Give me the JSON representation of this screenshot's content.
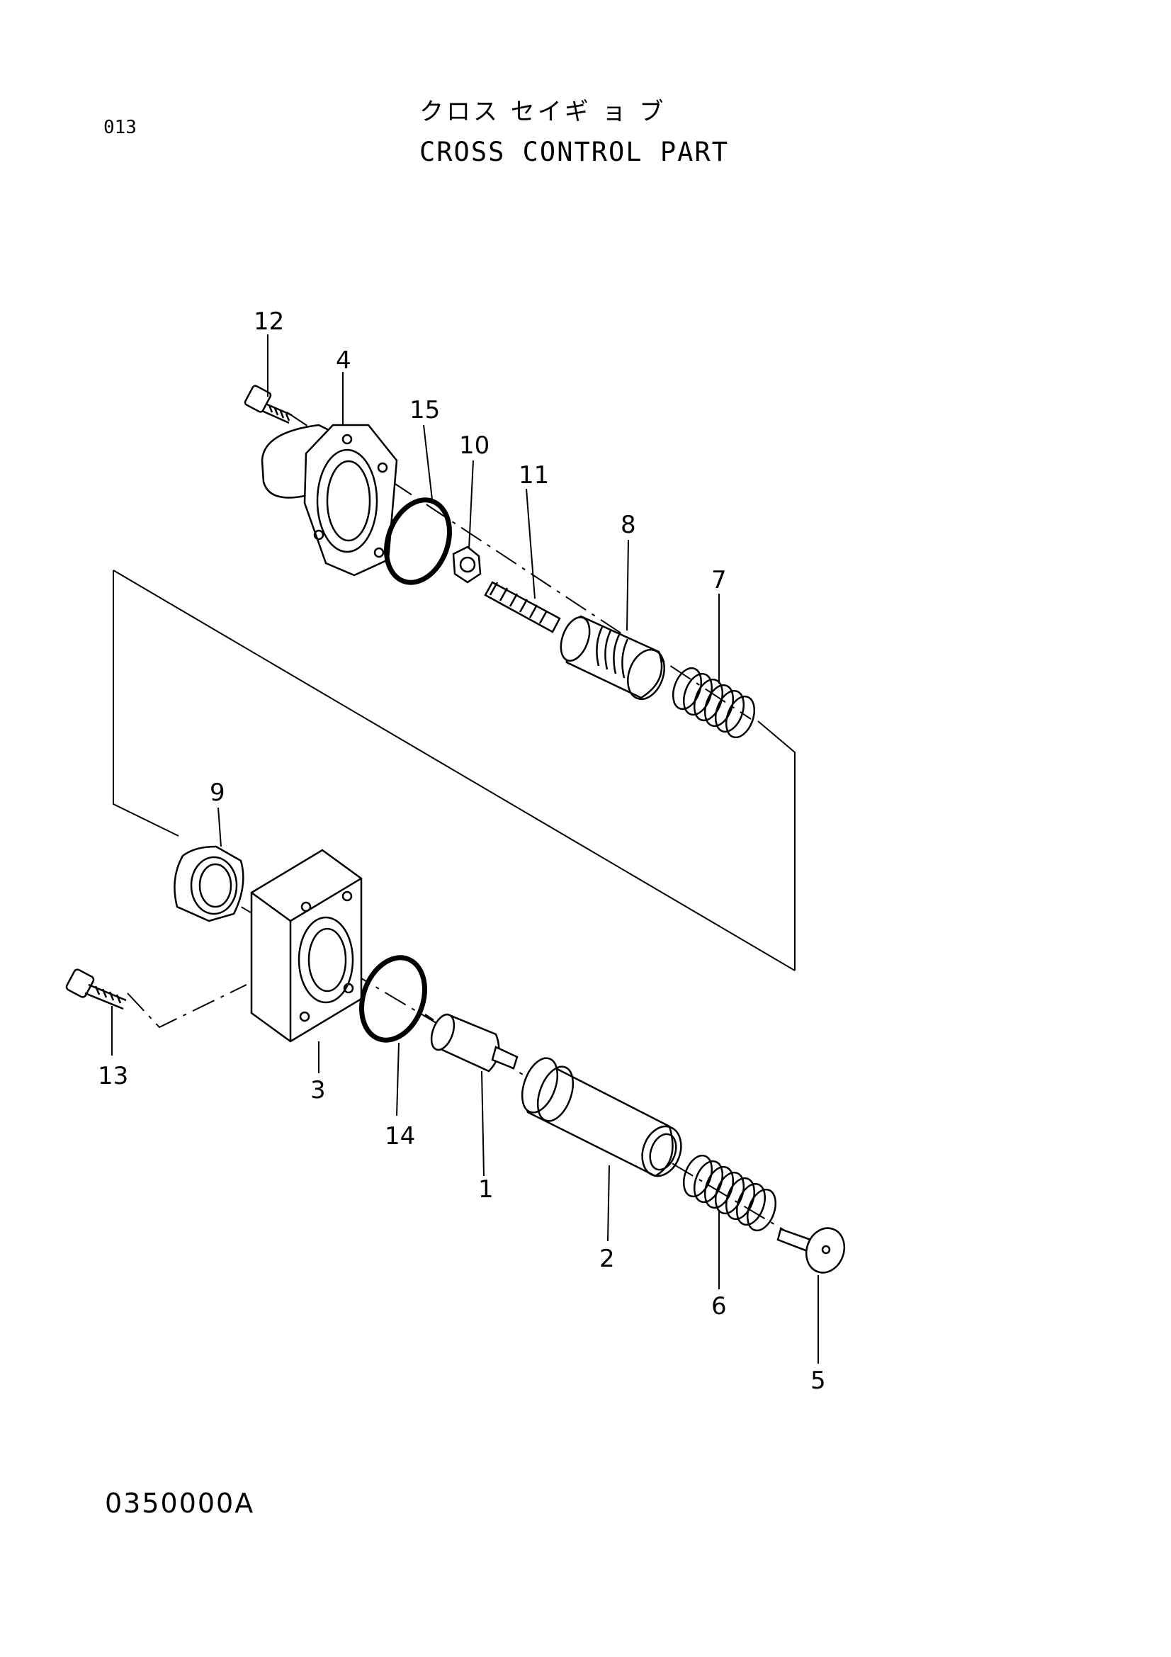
{
  "header": {
    "page_number": "013",
    "title_jp": "クロス セイギ ョ ブ",
    "title_en": "CROSS CONTROL PART"
  },
  "footer": {
    "drawing_code": "0350000A"
  },
  "parts": [
    {
      "id": "1",
      "label": "1"
    },
    {
      "id": "2",
      "label": "2"
    },
    {
      "id": "3",
      "label": "3"
    },
    {
      "id": "4",
      "label": "4"
    },
    {
      "id": "5",
      "label": "5"
    },
    {
      "id": "6",
      "label": "6"
    },
    {
      "id": "7",
      "label": "7"
    },
    {
      "id": "8",
      "label": "8"
    },
    {
      "id": "9",
      "label": "9"
    },
    {
      "id": "10",
      "label": "10"
    },
    {
      "id": "11",
      "label": "11"
    },
    {
      "id": "12",
      "label": "12"
    },
    {
      "id": "13",
      "label": "13"
    },
    {
      "id": "14",
      "label": "14"
    },
    {
      "id": "15",
      "label": "15"
    }
  ]
}
